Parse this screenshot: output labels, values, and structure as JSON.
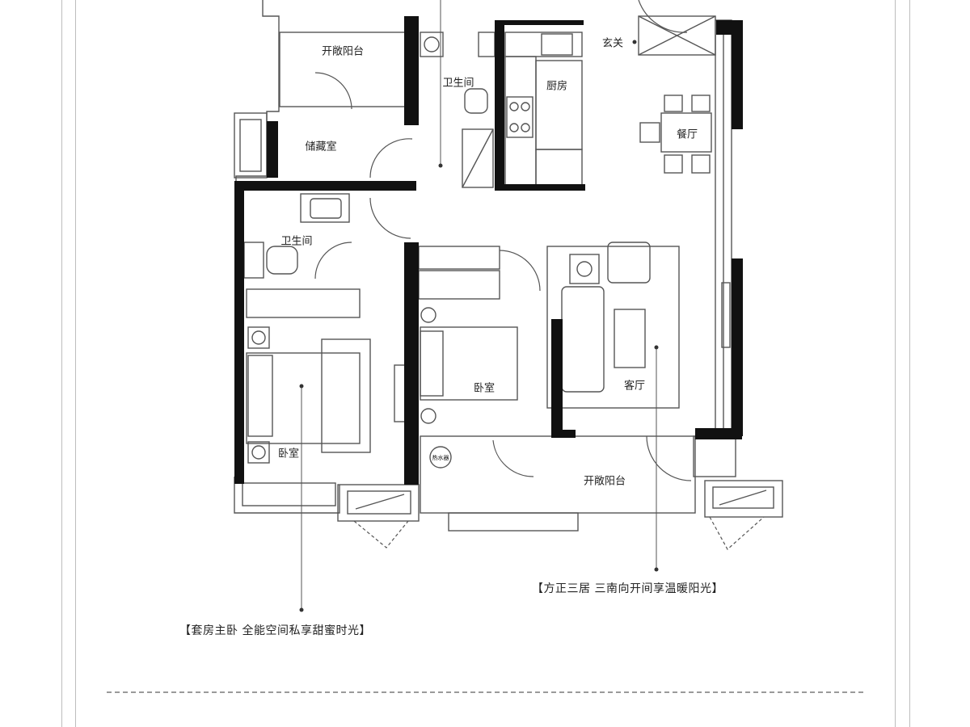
{
  "rooms": {
    "balcony_top": "开敞阳台",
    "storage": "储藏室",
    "bath_top": "卫生间",
    "kitchen": "厨房",
    "entrance": "玄关",
    "dining": "餐厅",
    "bath_left": "卫生间",
    "bedroom_left": "卧室",
    "bedroom_mid": "卧室",
    "living": "客厅",
    "balcony_bottom": "开敞阳台",
    "water_heater": "热水器"
  },
  "captions": {
    "living_caption": "【方正三居  三南向开间享温暖阳光】",
    "master_caption": "【套房主卧  全能空间私享甜蜜时光】"
  },
  "colors": {
    "wall": "#111111",
    "line": "#555555",
    "frame": "#bdbdbd",
    "dash": "#9a9a9a"
  }
}
